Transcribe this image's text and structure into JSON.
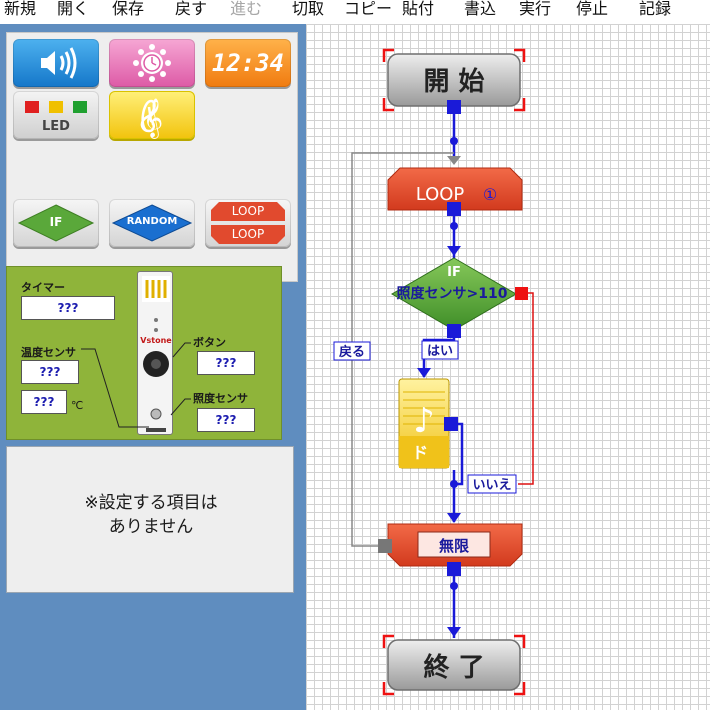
{
  "menu": [
    {
      "label": "新規",
      "enabled": true
    },
    {
      "label": "開く",
      "enabled": true
    },
    {
      "label": "保存",
      "enabled": true
    },
    {
      "label": "戻す",
      "enabled": true
    },
    {
      "label": "進む",
      "enabled": false
    },
    {
      "label": "切取",
      "enabled": true
    },
    {
      "label": "コピー",
      "enabled": true
    },
    {
      "label": "貼付",
      "enabled": true
    },
    {
      "label": "書込",
      "enabled": true
    },
    {
      "label": "実行",
      "enabled": true
    },
    {
      "label": "停止",
      "enabled": true
    },
    {
      "label": "記録",
      "enabled": true
    }
  ],
  "palette": {
    "clock": "12:34",
    "led": "LED",
    "if": "IF",
    "random": "RANDOM",
    "loop_top": "LOOP",
    "loop_bottom": "LOOP"
  },
  "sensors": {
    "timer_label": "タイマー",
    "timer_value": "???",
    "temp_label": "温度センサ",
    "temp_value": "???",
    "temp_c_value": "???",
    "celsius": "℃",
    "button_label": "ボタン",
    "button_value": "???",
    "light_label": "照度センサ",
    "light_value": "???",
    "device_brand": "Vstone"
  },
  "settings": {
    "message": "※設定する項目は\nありません"
  },
  "flow": {
    "start": "開 始",
    "loop": "LOOP",
    "loop_num": "①",
    "if_title": "IF",
    "if_condition": "照度センサ>110",
    "yes": "はい",
    "no": "いいえ",
    "back": "戻る",
    "sound_note": "♪",
    "sound_name": "ド",
    "infinite": "無限",
    "end": "終 了"
  },
  "colors": {
    "loop_red": "#e14a2e",
    "if_green": "#5aa83a",
    "connector_blue": "#1a1ad8",
    "gray_button": "#a9a9a9",
    "selection_red": "#ff0000",
    "panel_blue": "#5f8dbf",
    "sensor_green": "#8fb43a"
  },
  "icons": [
    "speaker-icon",
    "sun-icon",
    "clock-icon",
    "led-icon",
    "music-icon",
    "if-icon",
    "random-icon",
    "loop-icon"
  ]
}
